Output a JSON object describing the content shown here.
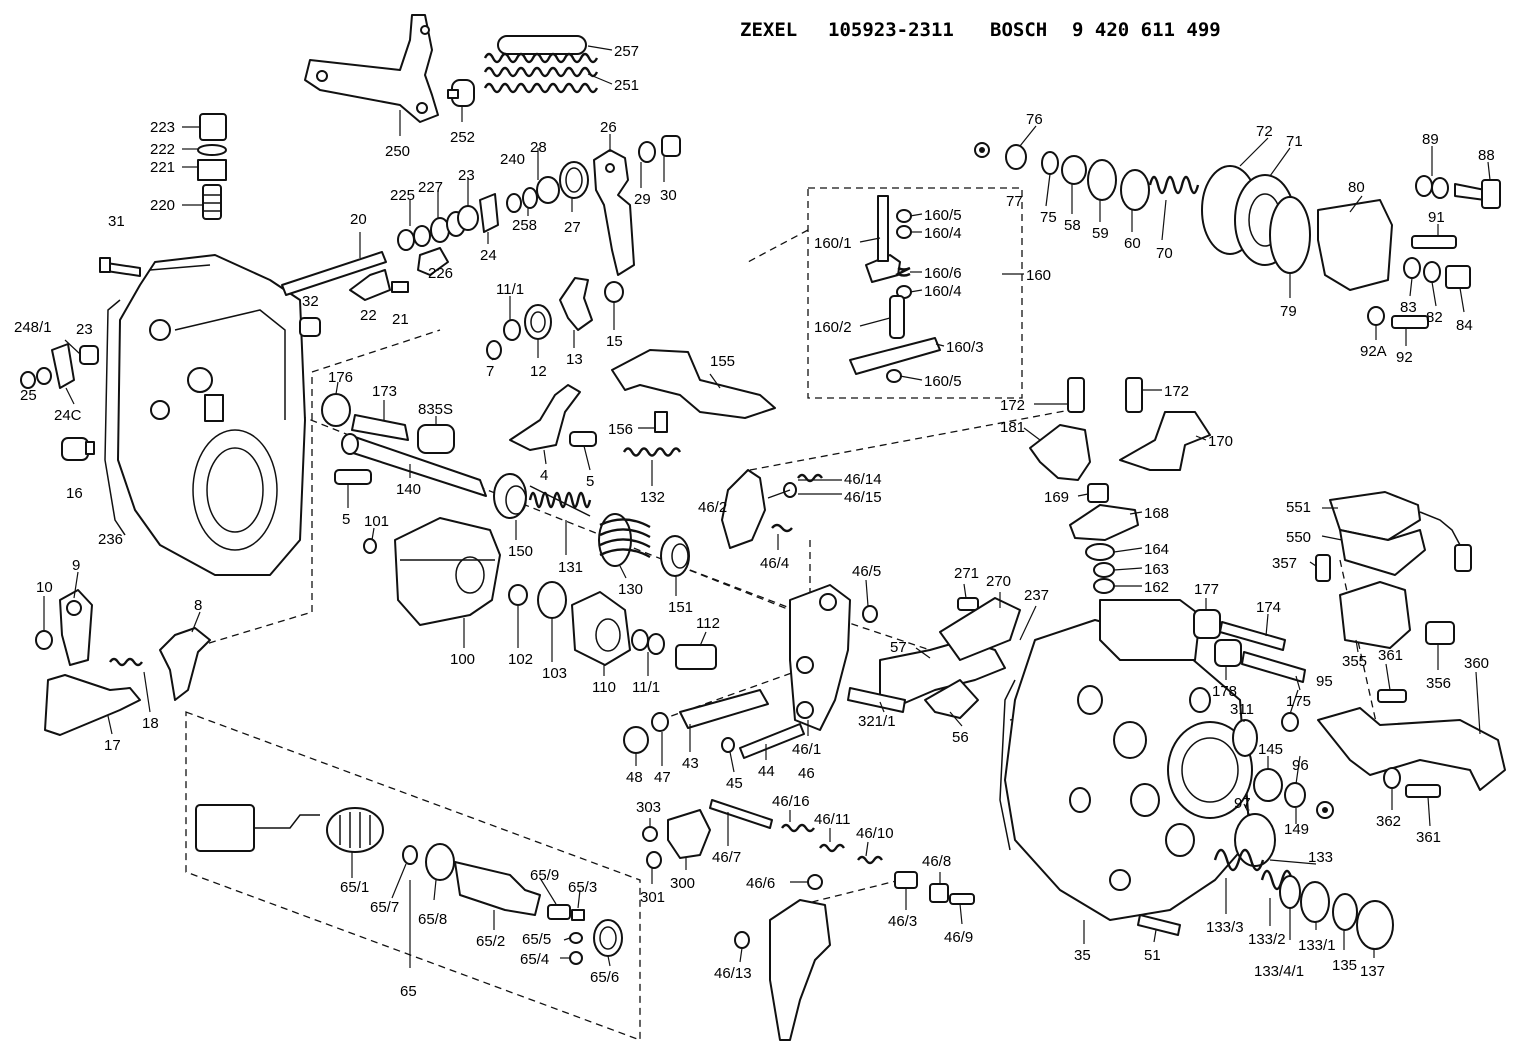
{
  "header": {
    "brand1": "ZEXEL",
    "number1": "105923-2311",
    "brand2": "BOSCH",
    "number2": "9 420 611 499"
  },
  "labels": {
    "p257": "257",
    "p251": "251",
    "p250": "250",
    "p252": "252",
    "p223": "223",
    "p222": "222",
    "p221": "221",
    "p220": "220",
    "p31": "31",
    "p32": "32",
    "p20": "20",
    "p225": "225",
    "p227": "227",
    "p226": "226",
    "p22": "22",
    "p21": "21",
    "p23a": "23",
    "p24": "24",
    "p240": "240",
    "p28": "28",
    "p258": "258",
    "p27": "27",
    "p26": "26",
    "p29": "29",
    "p30": "30",
    "p11_1a": "11/1",
    "p12": "12",
    "p13": "13",
    "p15": "15",
    "p7": "7",
    "p248_1": "248/1",
    "p23b": "23",
    "p25": "25",
    "p24c": "24C",
    "p16": "16",
    "p236": "236",
    "p176": "176",
    "p173": "173",
    "p835s": "835S",
    "p140": "140",
    "p5a": "5",
    "p101": "101",
    "p150": "150",
    "p131": "131",
    "p130": "130",
    "p151": "151",
    "p4": "4",
    "p5b": "5",
    "p132": "132",
    "p156": "156",
    "p155": "155",
    "p100": "100",
    "p102": "102",
    "p103": "103",
    "p110": "110",
    "p112": "112",
    "p11_1b": "11/1",
    "p10": "10",
    "p9": "9",
    "p8": "8",
    "p17": "17",
    "p18": "18",
    "p48": "48",
    "p47": "47",
    "p43": "43",
    "p45": "45",
    "p44": "44",
    "p46": "46",
    "p46_1": "46/1",
    "p46_2": "46/2",
    "p46_4": "46/4",
    "p46_5": "46/5",
    "p46_14": "46/14",
    "p46_15": "46/15",
    "p57": "57",
    "p321_1": "321/1",
    "p56": "56",
    "p65": "65",
    "p65_1": "65/1",
    "p65_7": "65/7",
    "p65_8": "65/8",
    "p65_2": "65/2",
    "p65_9": "65/9",
    "p65_3": "65/3",
    "p65_5": "65/5",
    "p65_4": "65/4",
    "p65_6": "65/6",
    "p303": "303",
    "p301": "301",
    "p300": "300",
    "p46_7": "46/7",
    "p46_16": "46/16",
    "p46_11": "46/11",
    "p46_10": "46/10",
    "p46_6": "46/6",
    "p46_8": "46/8",
    "p46_3": "46/3",
    "p46_9": "46/9",
    "p46_13": "46/13",
    "p160": "160",
    "p160_1": "160/1",
    "p160_5a": "160/5",
    "p160_4a": "160/4",
    "p160_6": "160/6",
    "p160_4b": "160/4",
    "p160_2": "160/2",
    "p160_3": "160/3",
    "p160_5b": "160/5",
    "p76": "76",
    "p77": "77",
    "p75": "75",
    "p58": "58",
    "p59": "59",
    "p60": "60",
    "p70": "70",
    "p72": "72",
    "p71": "71",
    "p79": "79",
    "p80": "80",
    "p89": "89",
    "p88": "88",
    "p91": "91",
    "p83": "83",
    "p82": "82",
    "p84": "84",
    "p92a": "92A",
    "p92": "92",
    "p172a": "172",
    "p172b": "172",
    "p181": "181",
    "p170": "170",
    "p169": "169",
    "p168": "168",
    "p164": "164",
    "p163": "163",
    "p162": "162",
    "p271": "271",
    "p270": "270",
    "p237": "237",
    "p177": "177",
    "p174": "174",
    "p178": "178",
    "p175": "175",
    "p311": "311",
    "p95": "95",
    "p145": "145",
    "p96": "96",
    "p97": "97",
    "p149": "149",
    "p133": "133",
    "p133_3": "133/3",
    "p133_2": "133/2",
    "p133_4_1": "133/4/1",
    "p133_1": "133/1",
    "p135": "135",
    "p137": "137",
    "p35": "35",
    "p51": "51",
    "p551": "551",
    "p550": "550",
    "p357": "357",
    "p355": "355",
    "p361a": "361",
    "p356": "356",
    "p360": "360",
    "p362": "362",
    "p361b": "361"
  }
}
